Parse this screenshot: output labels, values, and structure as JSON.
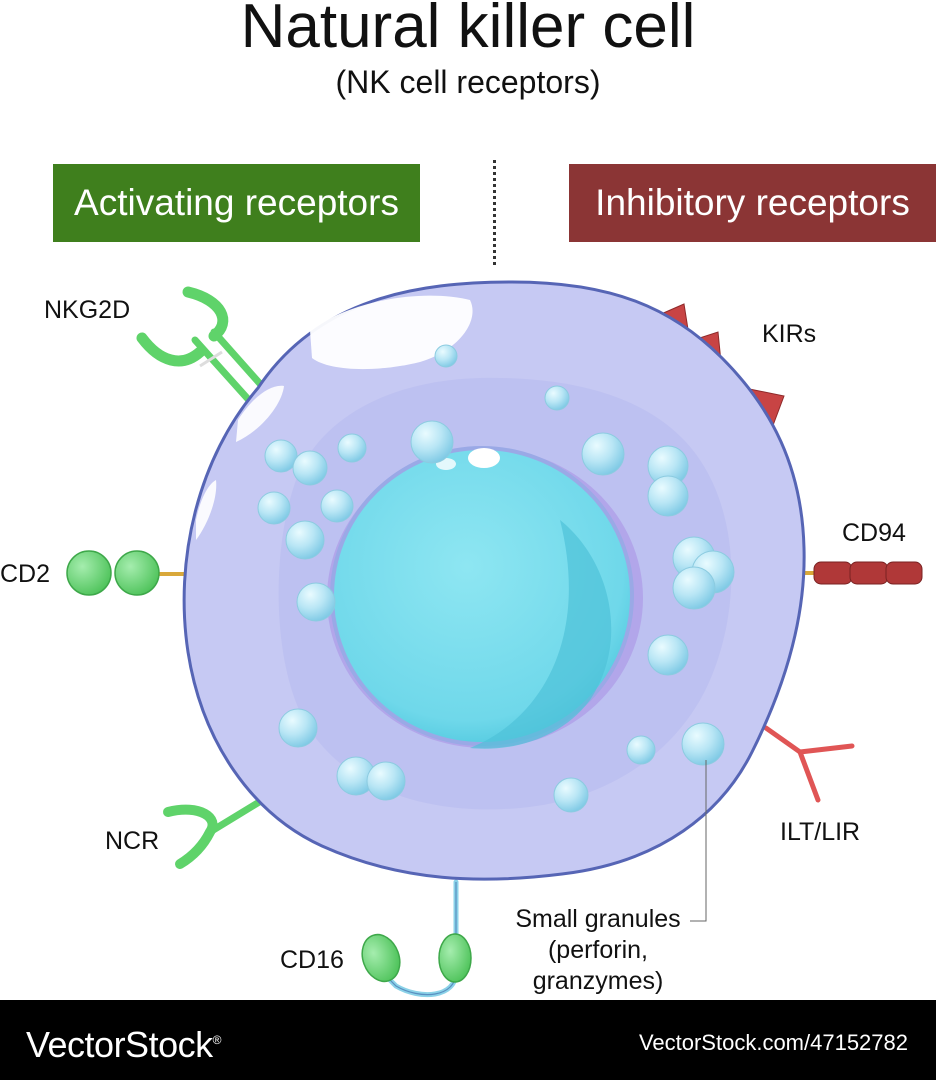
{
  "header": {
    "title": "Natural killer cell",
    "subtitle": "(NK cell receptors)"
  },
  "panels": {
    "activating": {
      "label": "Activating receptors",
      "color": "#3f7f1d"
    },
    "inhibitory": {
      "label": "Inhibitory receptors",
      "color": "#8b3535"
    }
  },
  "labels": {
    "nkg2d": "NKG2D",
    "cd2": "CD2",
    "ncr": "NCR",
    "cd16": "CD16",
    "kirs": "KIRs",
    "cd94": "CD94",
    "ilt_lir": "ILT/LIR",
    "granules": [
      "Small granules",
      "(perforin,",
      "granzymes)"
    ]
  },
  "colors": {
    "cytoplasm": "#c6c9f3",
    "nucleus": "#7fe0ee",
    "granule": "#bfeaf6",
    "activating_receptor": "#5fd36a",
    "inhibitory_receptor": "#c24040"
  },
  "footer": {
    "brand": "VectorStock",
    "brand_mark": "®",
    "stock_id": "VectorStock.com/47152782"
  }
}
